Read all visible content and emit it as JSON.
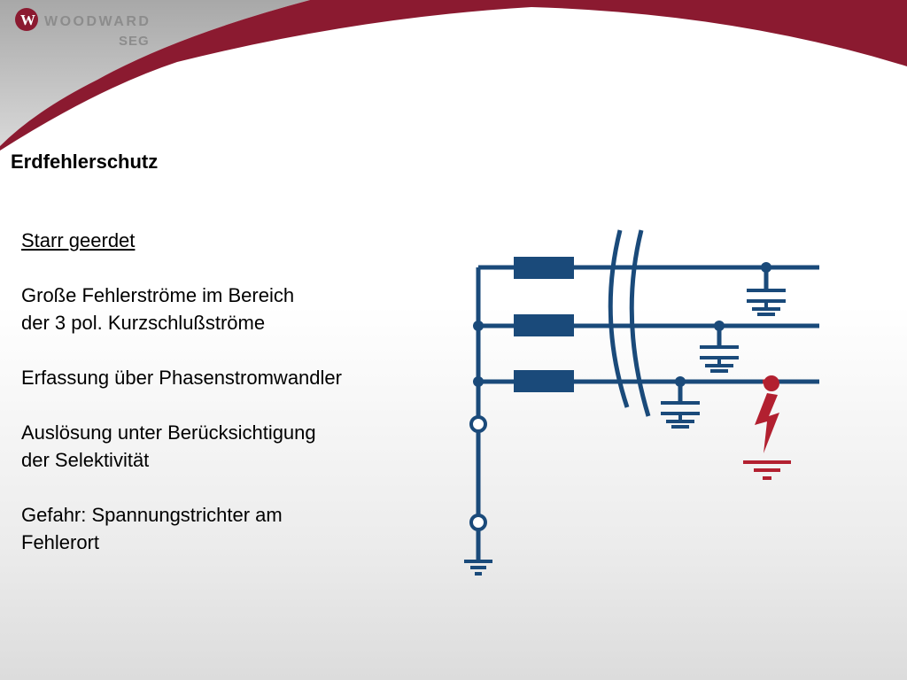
{
  "brand": {
    "name": "WOODWARD",
    "sub_brand": "SEG",
    "color_primary": "#8b1a30",
    "color_gray": "#8c8c8c"
  },
  "slide": {
    "title": "Erdfehlerschutz",
    "subheading": "Starr geerdet",
    "paragraphs": [
      [
        "Große Fehlerströme im Bereich",
        "der 3 pol. Kurzschlußströme"
      ],
      [
        "Erfassung über Phasenstromwandler"
      ],
      [
        "Auslösung unter Berücksichtigung",
        "der Selektivität"
      ],
      [
        "Gefahr: Spannungstrichter am",
        "Fehlerort"
      ]
    ]
  },
  "diagram": {
    "line_color": "#1a4a7a",
    "fault_color": "#b22030",
    "phases": 3,
    "fault_phase": 3
  }
}
